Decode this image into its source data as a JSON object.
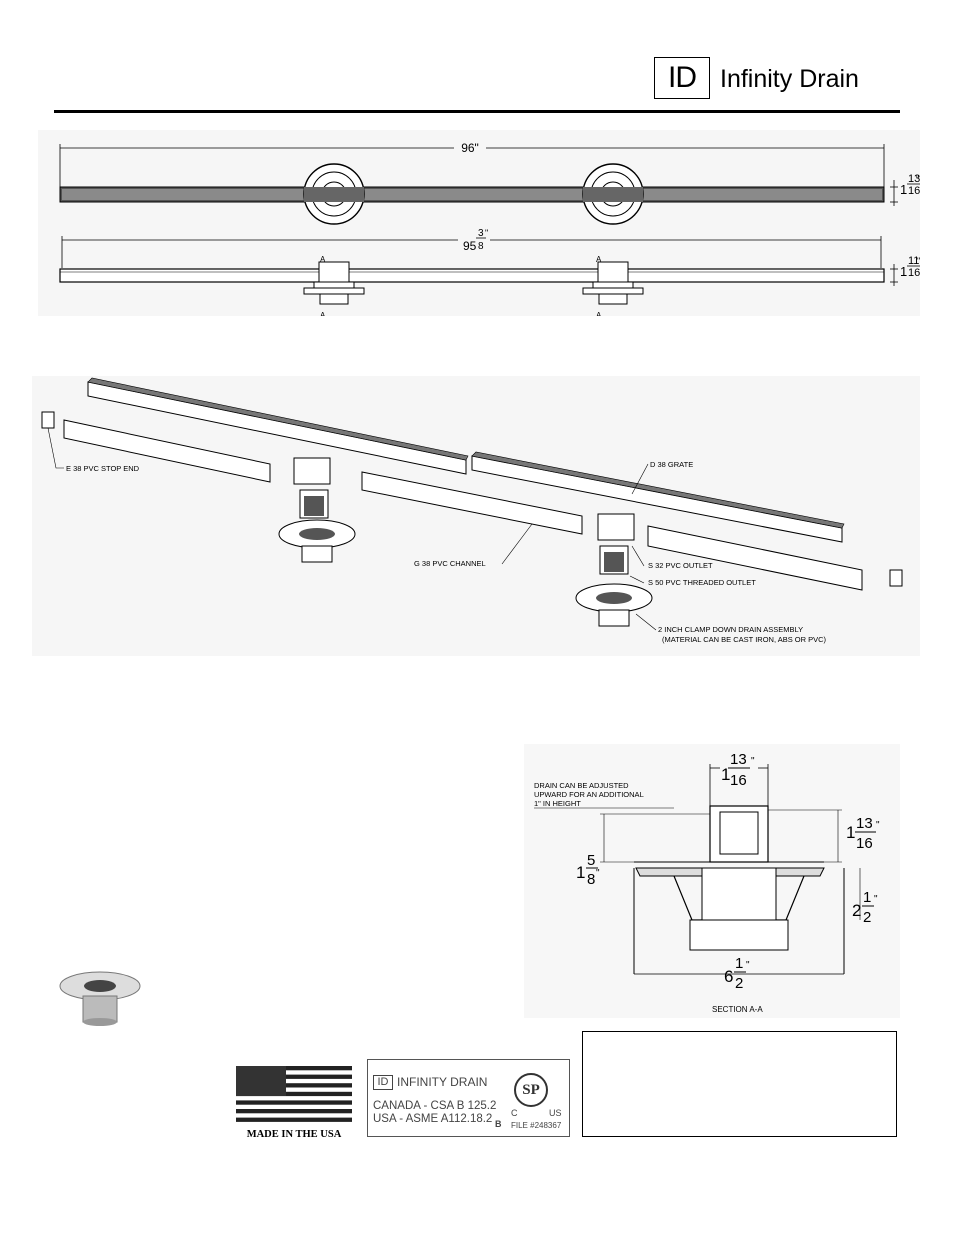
{
  "header": {
    "logo_mark": "ID",
    "brand": "Infinity Drain"
  },
  "top_view": {
    "overall_length": "96\"",
    "height_whole": "1",
    "height_num": "13",
    "height_den": "16",
    "height_unit": "\""
  },
  "side_view": {
    "channel_length_whole": "95",
    "channel_length_num": "3",
    "channel_length_den": "8",
    "channel_length_unit": "\"",
    "height_whole": "1",
    "height_num": "11",
    "height_den": "16",
    "height_unit": "\"",
    "section_marker": "A"
  },
  "exploded_view": {
    "labels": {
      "stop_end": "E 38 PVC STOP END",
      "grate": "D 38 GRATE",
      "channel": "G 38 PVC CHANNEL",
      "outlet": "S 32 PVC OUTLET",
      "threaded_outlet": "S 50 PVC THREADED OUTLET",
      "drain_assembly_1": "2 INCH CLAMP DOWN DRAIN ASSEMBLY",
      "drain_assembly_2": "(MATERIAL CAN BE CAST IRON, ABS OR PVC)"
    }
  },
  "section_view": {
    "note_1": "DRAIN CAN BE ADJUSTED",
    "note_2": "UPWARD FOR AN ADDITIONAL",
    "note_3": "1\" IN HEIGHT",
    "top_width": {
      "whole": "1",
      "num": "13",
      "den": "16",
      "unit": "\""
    },
    "right_height": {
      "whole": "1",
      "num": "13",
      "den": "16",
      "unit": "\""
    },
    "left_height": {
      "whole": "1",
      "num": "5",
      "den": "8",
      "unit": "\""
    },
    "body_height": {
      "whole": "2",
      "num": "1",
      "den": "2",
      "unit": "\""
    },
    "base_width": {
      "whole": "6",
      "num": "1",
      "den": "2",
      "unit": "\""
    },
    "caption": "SECTION A-A"
  },
  "badges": {
    "usa": "MADE IN THE USA",
    "cert_brand": "INFINITY DRAIN",
    "cert_logo_mark": "ID",
    "canada": "CANADA - CSA B 125.2",
    "usa_std": "USA - ASME A112.18.2",
    "class_mark": "B",
    "csa_c": "C",
    "csa_us": "US",
    "csa_mark": "SP",
    "file": "FILE #248367"
  }
}
